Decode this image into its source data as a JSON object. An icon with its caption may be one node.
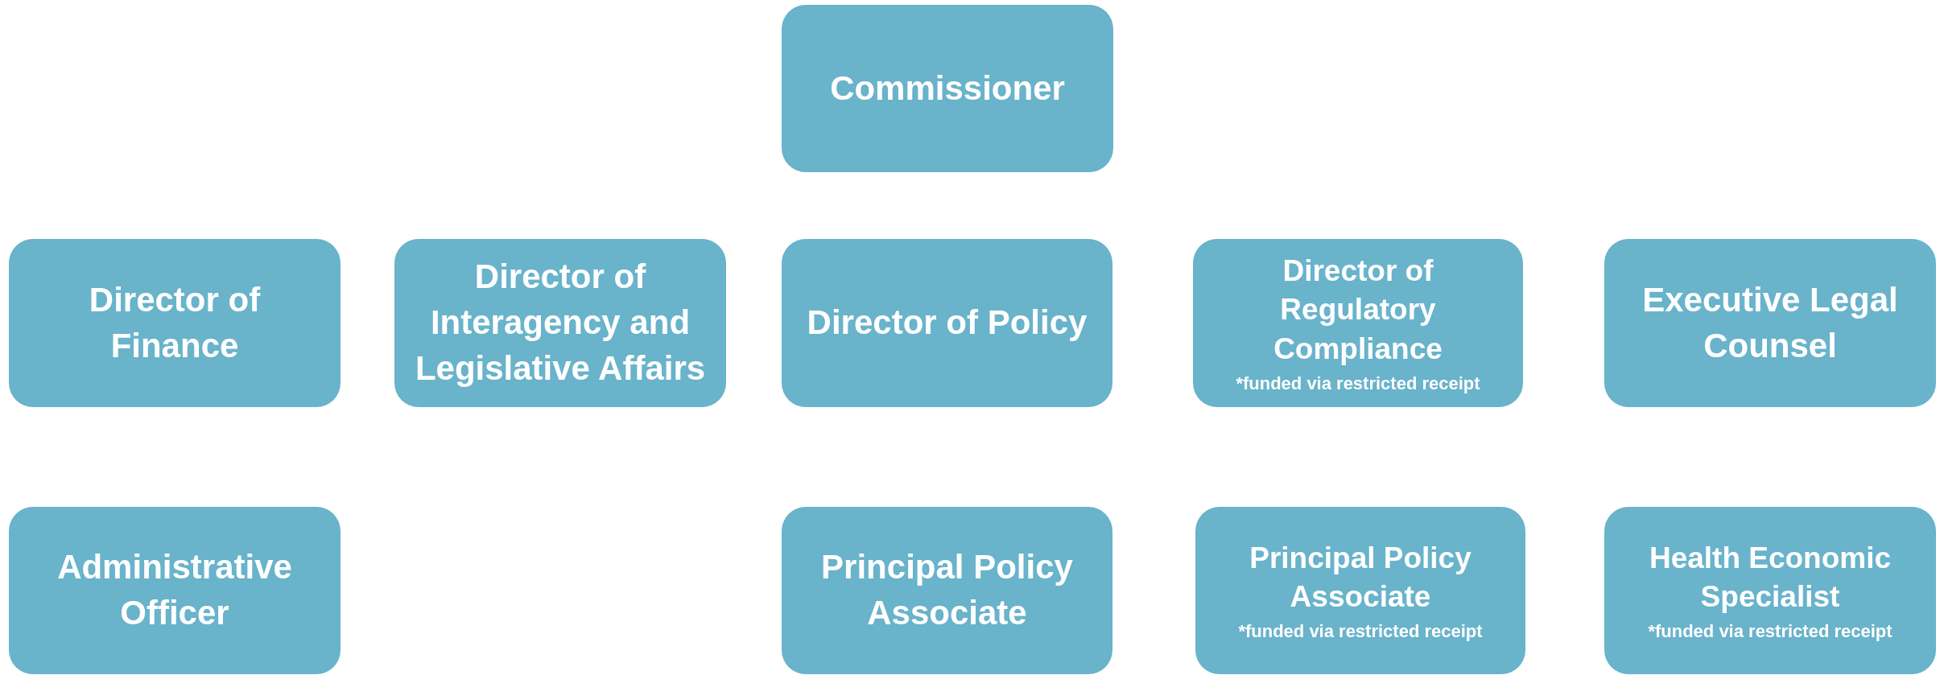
{
  "diagram": {
    "nodes": [
      {
        "text": [
          "Commissioner"
        ]
      },
      {
        "text": [
          "Director of Finance"
        ]
      },
      {
        "text": [
          "Director of Interagency and Legislative Affairs"
        ]
      },
      {
        "text": [
          "Director of Policy"
        ]
      },
      {
        "text": [
          "Director of Regulatory Compliance",
          "*funded via restricted receipt"
        ]
      },
      {
        "text": [
          "Executive Legal Counsel"
        ]
      },
      {
        "text": [
          "Administrative Officer"
        ]
      },
      {
        "text": [
          "Principal Policy Associate"
        ]
      },
      {
        "text": [
          "Principal Policy Associate",
          "*funded via restricted receipt"
        ]
      },
      {
        "text": [
          "Health Economic Specialist",
          "*funded via restricted receipt"
        ]
      }
    ]
  }
}
